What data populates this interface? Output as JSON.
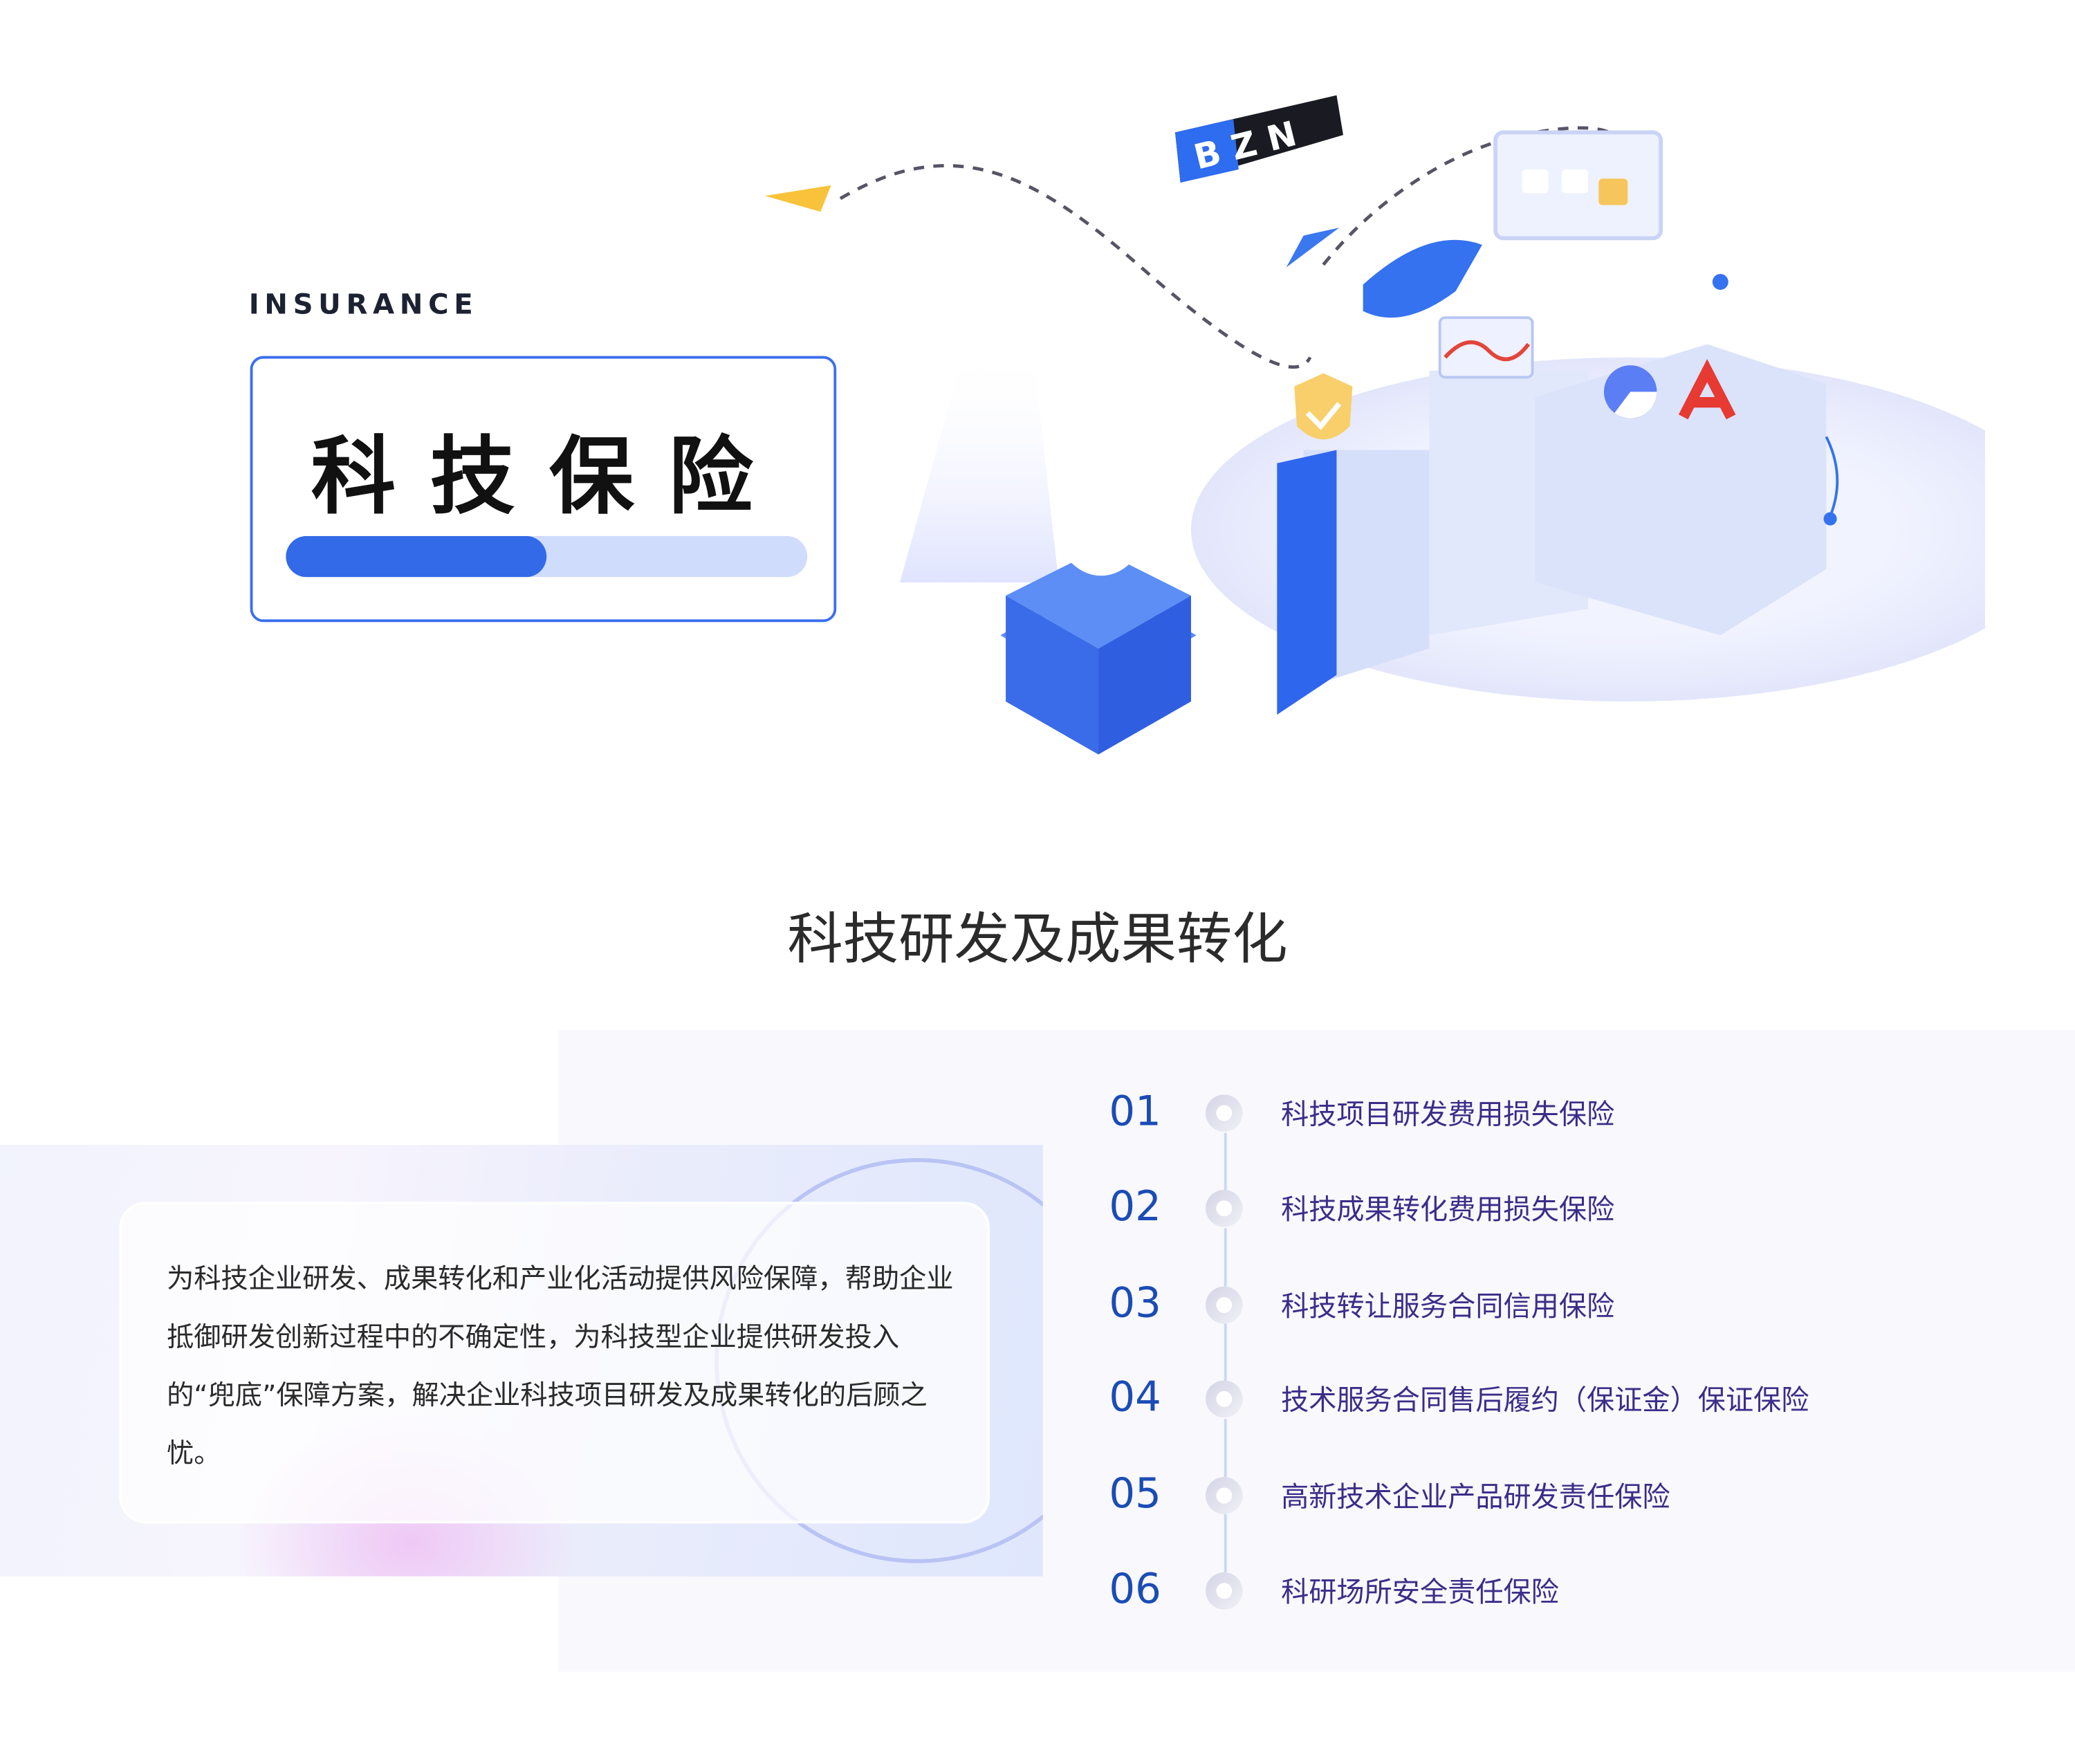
{
  "hero": {
    "eyebrow": "INSURANCE",
    "title": "科技保险",
    "progress_percent": 50,
    "logo_text": "BZN"
  },
  "section": {
    "heading": "科技研发及成果转化",
    "description": "为科技企业研发、成果转化和产业化活动提供风险保障，帮助企业抵御研发创新过程中的不确定性，为科技型企业提供研发投入的“兜底”保障方案，解决企业科技项目研发及成果转化的后顾之忧。",
    "items": [
      {
        "num": "01",
        "label": "科技项目研发费用损失保险"
      },
      {
        "num": "02",
        "label": "科技成果转化费用损失保险"
      },
      {
        "num": "03",
        "label": "科技转让服务合同信用保险"
      },
      {
        "num": "04",
        "label": "技术服务合同售后履约（保证金）保证保险"
      },
      {
        "num": "05",
        "label": "高新技术企业产品研发责任保险"
      },
      {
        "num": "06",
        "label": "科研场所安全责任保险"
      }
    ]
  },
  "colors": {
    "accent": "#336ae8",
    "number": "#1b4cb5",
    "item_text": "#3b2d88"
  }
}
